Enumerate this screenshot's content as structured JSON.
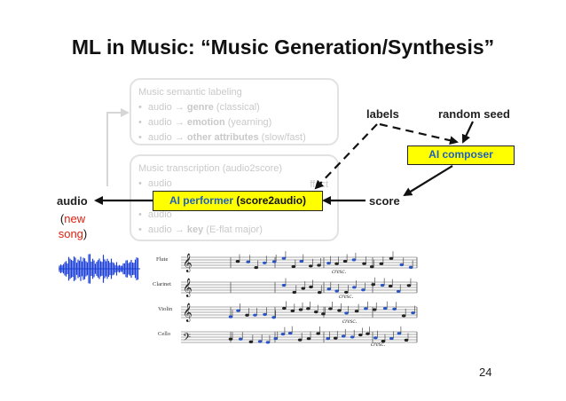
{
  "title": "ML in Music: “Music Generation/Synthesis”",
  "semantic_box": {
    "heading": "Music semantic labeling",
    "items": [
      {
        "prefix": "audio → ",
        "key": "genre",
        "value": " (classical)"
      },
      {
        "prefix": "audio → ",
        "key": "emotion",
        "value": " (yearning)"
      },
      {
        "prefix": "audio → ",
        "key": "other attributes",
        "value": " (slow/fast)"
      }
    ]
  },
  "transcription_box": {
    "heading": "Music transcription (audio2score)",
    "items": [
      {
        "prefix": "audio",
        "key": "",
        "value": ""
      },
      {
        "prefix": "audio",
        "key": "",
        "value": ""
      },
      {
        "prefix": "audio → ",
        "key": "key",
        "value": " (E-flat major)"
      }
    ],
    "peek_text": "ffect"
  },
  "labels": {
    "labels": "labels",
    "random_seed": "random seed",
    "score": "score",
    "audio": "audio",
    "new_song_open": "(",
    "new": "new",
    "song": "song",
    "new_song_close": ")"
  },
  "composer": {
    "label": "AI composer"
  },
  "performer": {
    "name": "AI performer",
    "detail": "(score2audio)"
  },
  "score_staves": [
    "Flute",
    "Clarinet",
    "Violin",
    "Cello"
  ],
  "score_marks": [
    "cresc.",
    "cresc.",
    "cresc.",
    "cresc."
  ],
  "page_number": "24",
  "colors": {
    "accent_yellow": "#ffff00",
    "performer_blue": "#1f5fbf",
    "new_song_red": "#d21111",
    "waveform_blue": "#1a3fd6"
  }
}
